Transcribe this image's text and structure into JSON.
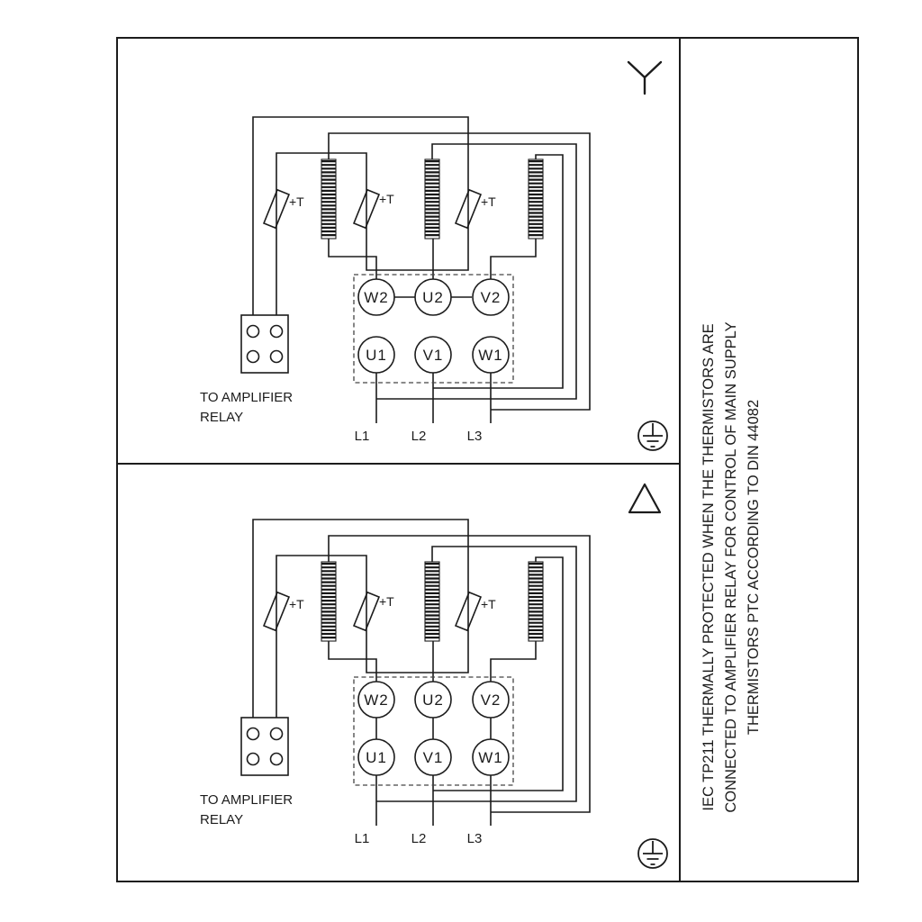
{
  "note": {
    "line1": "IEC TP211 THERMALLY PROTECTED WHEN THE THERMISTORS ARE",
    "line2": "CONNECTED TO AMPLIFIER RELAY FOR CONTROL OF MAIN SUPPLY",
    "line3": "THERMISTORS PTC ACCORDING TO DIN 44082"
  },
  "diagram": {
    "thermistor_label": "+T",
    "relay_line1": "TO AMPLIFIER",
    "relay_line2": "RELAY",
    "terminals_top": [
      "W2",
      "U2",
      "V2"
    ],
    "terminals_bottom": [
      "U1",
      "V1",
      "W1"
    ],
    "phases": [
      "L1",
      "L2",
      "L3"
    ]
  },
  "colors": {
    "line": "#1c1c1c",
    "dashed_box": "#444444",
    "background": "#ffffff"
  }
}
